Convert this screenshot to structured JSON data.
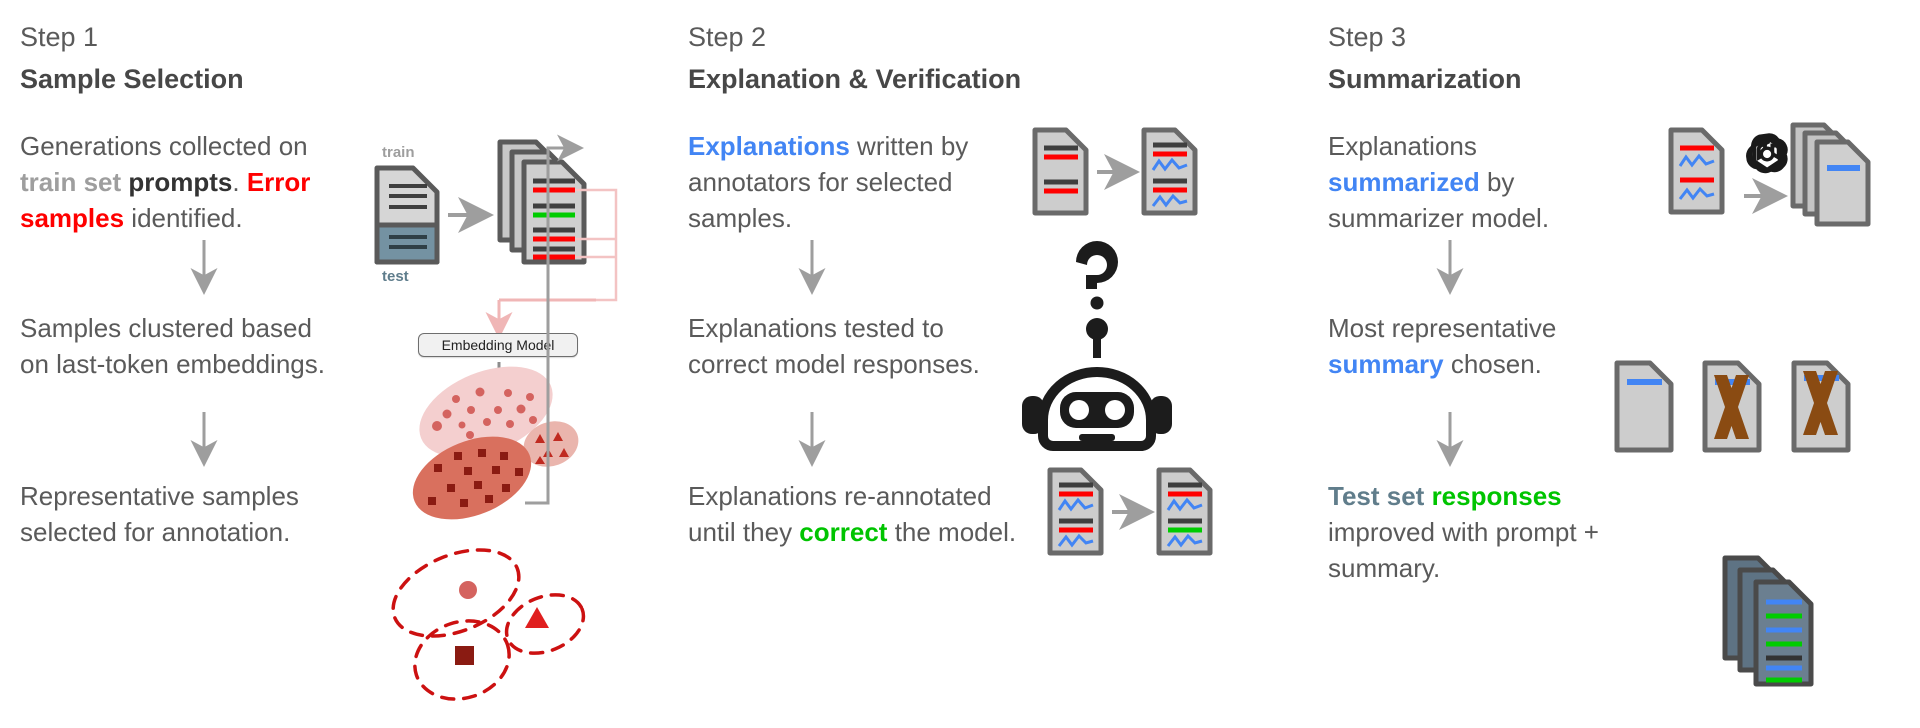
{
  "meta": {
    "figure_type": "pipeline-diagram",
    "background": "#ffffff",
    "colors": {
      "text": "#5a5a5a",
      "title": "#474747",
      "red": "#ff0000",
      "blue": "#4285f4",
      "green": "#00c400",
      "slate": "#607d8b",
      "gray_bold": "#9e9e9e",
      "brown_x": "#8a4b12",
      "cluster_light": "#f3c8c8",
      "cluster_dark": "#d9705e",
      "dashed_red": "#cc1111"
    }
  },
  "steps": [
    {
      "label": "Step 1",
      "title": "Sample Selection",
      "blocks": [
        {
          "id": "s1b1",
          "runs": [
            {
              "t": "Generations collected on ",
              "s": "plain"
            },
            {
              "t": "train set ",
              "s": "gray"
            },
            {
              "t": "prompts",
              "s": "blk"
            },
            {
              "t": ". ",
              "s": "plain"
            },
            {
              "t": "Error samples ",
              "s": "red"
            },
            {
              "t": "identified.",
              "s": "plain"
            }
          ]
        },
        {
          "id": "s1b2",
          "runs": [
            {
              "t": "Samples clustered based on last-token embeddings.",
              "s": "plain"
            }
          ]
        },
        {
          "id": "s1b3",
          "runs": [
            {
              "t": "Representative samples selected for annotation.",
              "s": "plain"
            }
          ]
        }
      ],
      "graphics": {
        "doc_caption_top": "train",
        "doc_caption_bottom": "test",
        "embedding_box_label": "Embedding Model",
        "clusters": [
          {
            "name": "cluster-circles",
            "shade": "light",
            "marker": "circle",
            "n": 14
          },
          {
            "name": "cluster-squares",
            "shade": "dark",
            "marker": "square",
            "n": 13
          },
          {
            "name": "cluster-triangles",
            "shade": "mid",
            "marker": "triangle",
            "n": 5
          }
        ],
        "selected": [
          {
            "name": "selected-circle",
            "marker": "circle"
          },
          {
            "name": "selected-triangle",
            "marker": "triangle"
          },
          {
            "name": "selected-square",
            "marker": "square"
          }
        ]
      }
    },
    {
      "label": "Step 2",
      "title": "Explanation & Verification",
      "blocks": [
        {
          "id": "s2b1",
          "runs": [
            {
              "t": "Explanations ",
              "s": "blue"
            },
            {
              "t": "written by annotators for selected samples.",
              "s": "plain"
            }
          ]
        },
        {
          "id": "s2b2",
          "runs": [
            {
              "t": "Explanations tested to correct model responses.",
              "s": "plain"
            }
          ]
        },
        {
          "id": "s2b3",
          "runs": [
            {
              "t": "Explanations re-annotated until they ",
              "s": "plain"
            },
            {
              "t": "correct ",
              "s": "green"
            },
            {
              "t": "the model.",
              "s": "plain"
            }
          ]
        }
      ],
      "graphics": {
        "robot_icon": "robot-thinking-icon",
        "question_mark": "?"
      }
    },
    {
      "label": "Step 3",
      "title": "Summarization",
      "blocks": [
        {
          "id": "s3b1",
          "runs": [
            {
              "t": "Explanations ",
              "s": "plain"
            },
            {
              "t": "summarized ",
              "s": "blue"
            },
            {
              "t": "by summarizer model.",
              "s": "plain"
            }
          ]
        },
        {
          "id": "s3b2",
          "runs": [
            {
              "t": "Most representative ",
              "s": "plain"
            },
            {
              "t": "summary ",
              "s": "blue"
            },
            {
              "t": "chosen.",
              "s": "plain"
            }
          ]
        },
        {
          "id": "s3b3",
          "runs": [
            {
              "t": "Test set ",
              "s": "slate"
            },
            {
              "t": "responses ",
              "s": "green"
            },
            {
              "t": "improved with prompt + summary.",
              "s": "plain"
            }
          ]
        }
      ],
      "graphics": {
        "model_icon": "openai-logo-icon",
        "rejected_marks": [
          "X",
          "X"
        ]
      }
    }
  ]
}
